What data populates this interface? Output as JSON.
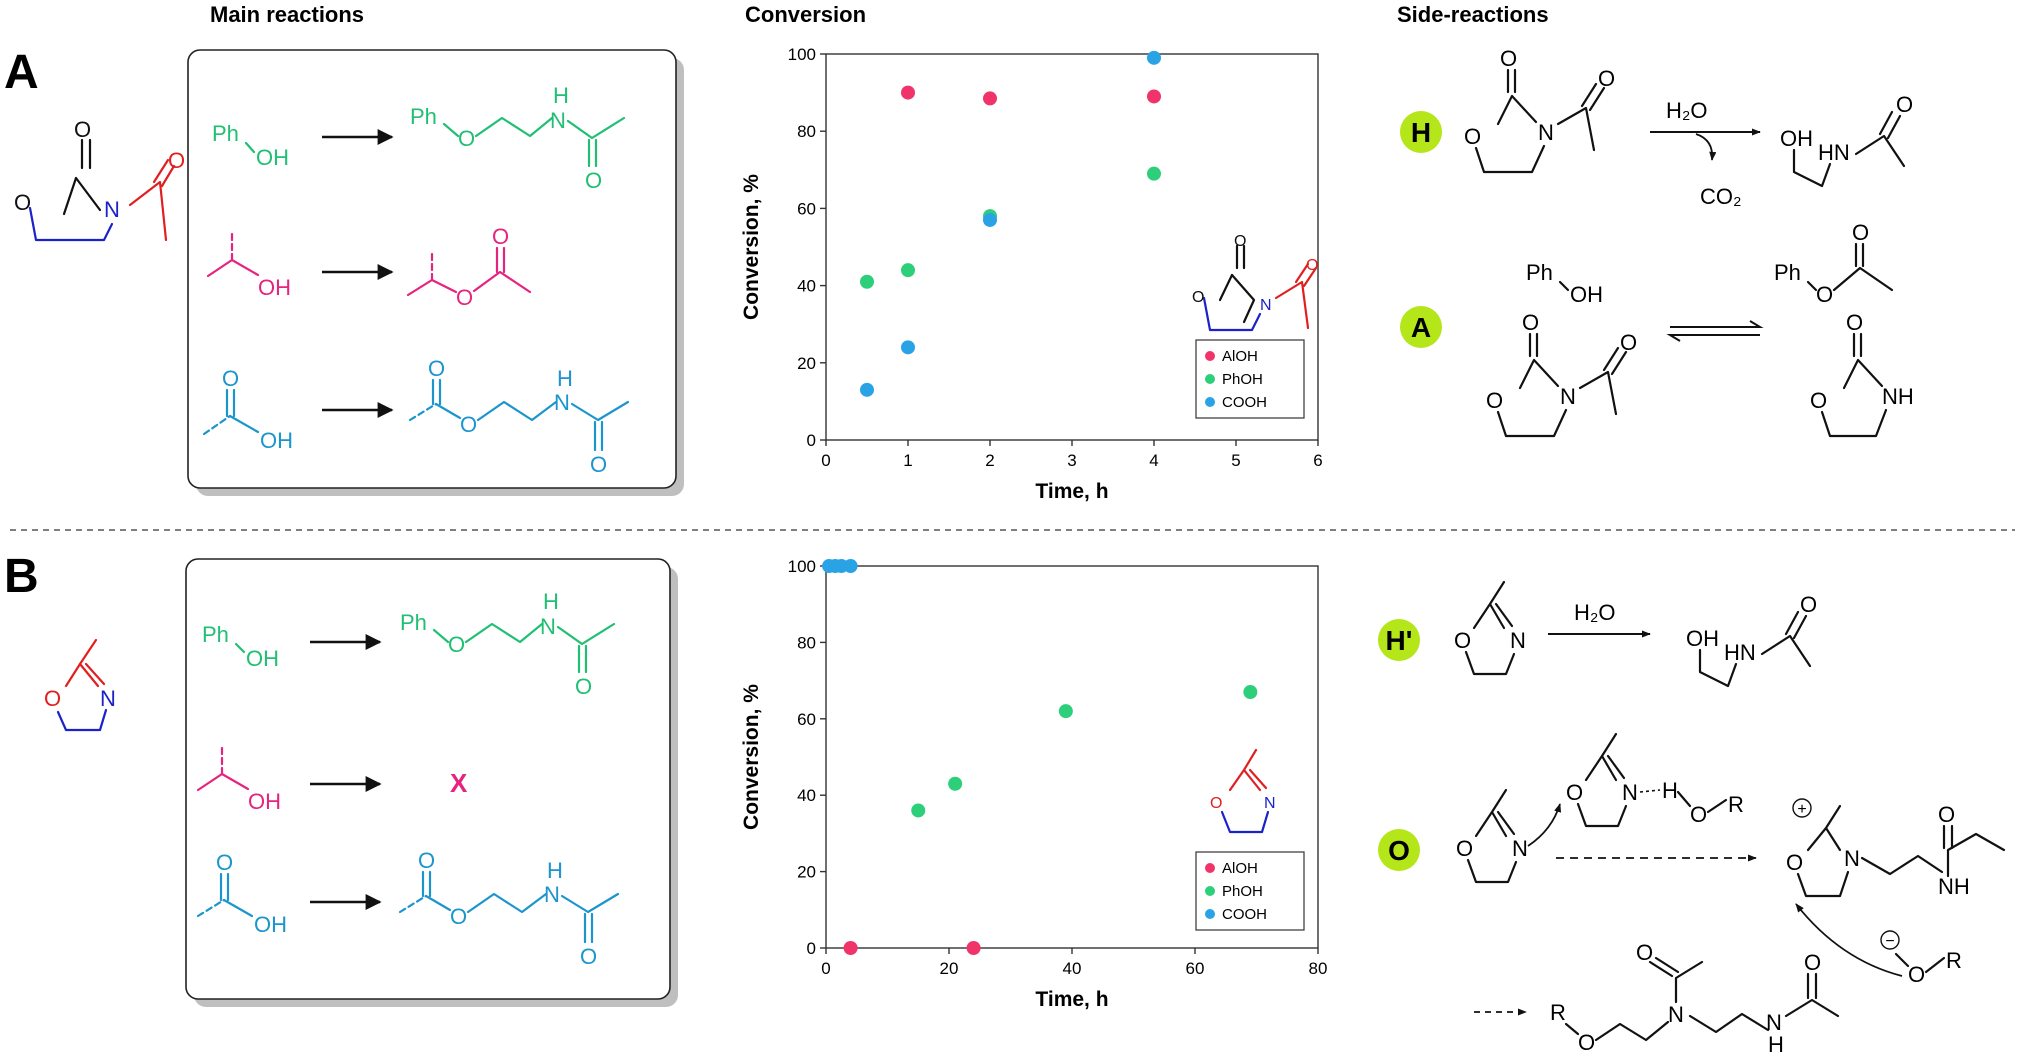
{
  "headers": {
    "main": "Main reactions",
    "conversion": "Conversion",
    "side": "Side-reactions"
  },
  "panels": {
    "A": "A",
    "B": "B"
  },
  "colors": {
    "phenol": "#21bf73",
    "alcohol": "#e6237e",
    "acid": "#1b95cc",
    "red": "#e02020",
    "blue": "#1c22c9",
    "badge": "#b4e61a",
    "AlOH_dot": "#f0346b",
    "PhOH_dot": "#2ecf7a",
    "COOH_dot": "#2aa3e6"
  },
  "atoms": {
    "O": "O",
    "N": "N",
    "H": "H",
    "NH": "NH",
    "HN": "HN",
    "OH": "OH",
    "Ph": "Ph",
    "R": "R",
    "X": "X",
    "H2O": "H₂O",
    "CO2": "CO₂",
    "plus": "+",
    "minus": "−"
  },
  "side_badges": {
    "top": [
      "H",
      "A"
    ],
    "bottom": [
      "H'",
      "O"
    ]
  },
  "chart_data": [
    {
      "type": "scatter",
      "panel": "A",
      "title": "",
      "xlabel": "Time, h",
      "ylabel": "Conversion, %",
      "xlim": [
        0,
        6
      ],
      "ylim": [
        0,
        100
      ],
      "xticks": [
        "0",
        "1",
        "2",
        "3",
        "4",
        "5",
        "6"
      ],
      "yticks": [
        "0",
        "20",
        "40",
        "60",
        "80",
        "100"
      ],
      "legend_position": "bottom-right",
      "series": [
        {
          "name": "AlOH",
          "color": "#f0346b",
          "points": [
            [
              1,
              90
            ],
            [
              2,
              88.5
            ],
            [
              4,
              89
            ]
          ]
        },
        {
          "name": "PhOH",
          "color": "#2ecf7a",
          "points": [
            [
              0.5,
              41
            ],
            [
              1,
              44
            ],
            [
              2,
              58
            ],
            [
              4,
              69
            ]
          ]
        },
        {
          "name": "COOH",
          "color": "#2aa3e6",
          "points": [
            [
              0.5,
              13
            ],
            [
              1,
              24
            ],
            [
              2,
              57
            ],
            [
              4,
              99
            ]
          ]
        }
      ]
    },
    {
      "type": "scatter",
      "panel": "B",
      "title": "",
      "xlabel": "Time, h",
      "ylabel": "Conversion, %",
      "xlim": [
        0,
        80
      ],
      "ylim": [
        0,
        100
      ],
      "xticks": [
        "0",
        "20",
        "40",
        "60",
        "80"
      ],
      "yticks": [
        "0",
        "20",
        "40",
        "60",
        "80",
        "100"
      ],
      "legend_position": "bottom-right",
      "series": [
        {
          "name": "AlOH",
          "color": "#f0346b",
          "points": [
            [
              4,
              0
            ],
            [
              24,
              0
            ]
          ]
        },
        {
          "name": "PhOH",
          "color": "#2ecf7a",
          "points": [
            [
              15,
              36
            ],
            [
              21,
              43
            ],
            [
              39,
              62
            ],
            [
              69,
              67
            ]
          ]
        },
        {
          "name": "COOH",
          "color": "#2aa3e6",
          "points": [
            [
              0.5,
              100
            ],
            [
              1.5,
              100
            ],
            [
              2.5,
              100
            ],
            [
              4,
              100
            ]
          ]
        }
      ]
    }
  ]
}
